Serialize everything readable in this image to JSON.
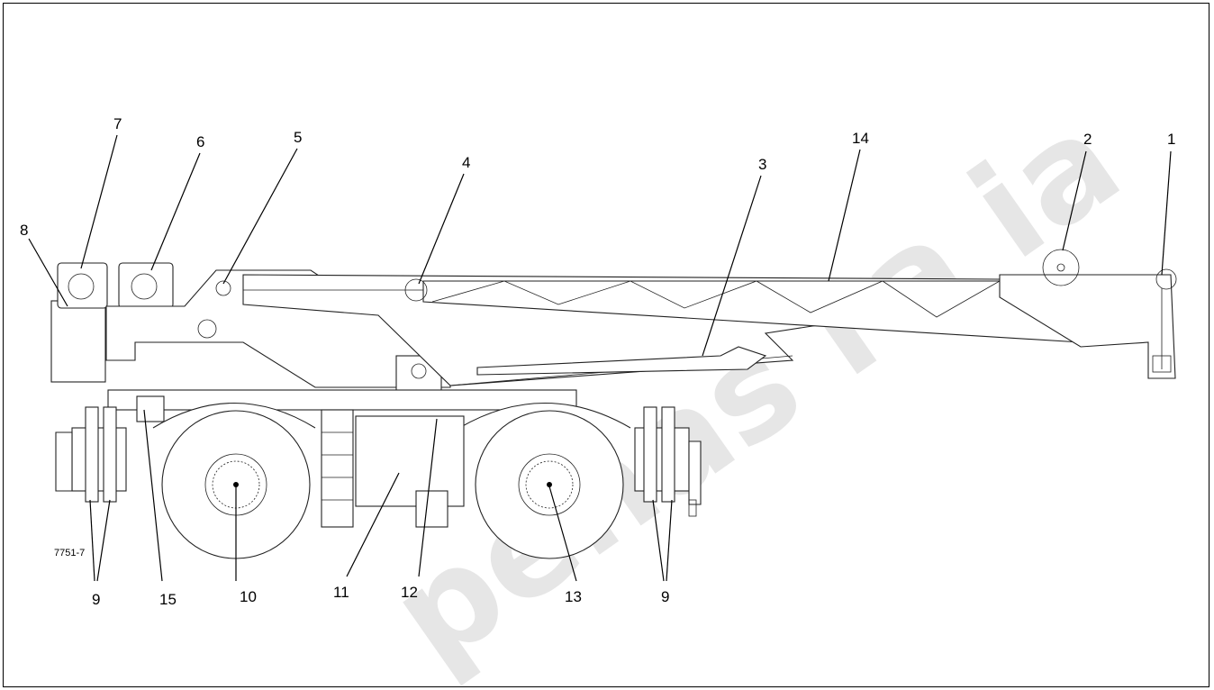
{
  "figure_id": "7751-7",
  "watermark": "penas ra ia",
  "callouts": [
    {
      "id": "c1",
      "text": "1"
    },
    {
      "id": "c2",
      "text": "2"
    },
    {
      "id": "c3",
      "text": "3"
    },
    {
      "id": "c4",
      "text": "4"
    },
    {
      "id": "c5",
      "text": "5"
    },
    {
      "id": "c6",
      "text": "6"
    },
    {
      "id": "c7",
      "text": "7"
    },
    {
      "id": "c8",
      "text": "8"
    },
    {
      "id": "c9a",
      "text": "9"
    },
    {
      "id": "c9b",
      "text": "9"
    },
    {
      "id": "c10",
      "text": "10"
    },
    {
      "id": "c11",
      "text": "11"
    },
    {
      "id": "c12",
      "text": "12"
    },
    {
      "id": "c13",
      "text": "13"
    },
    {
      "id": "c14",
      "text": "14"
    },
    {
      "id": "c15",
      "text": "15"
    }
  ]
}
